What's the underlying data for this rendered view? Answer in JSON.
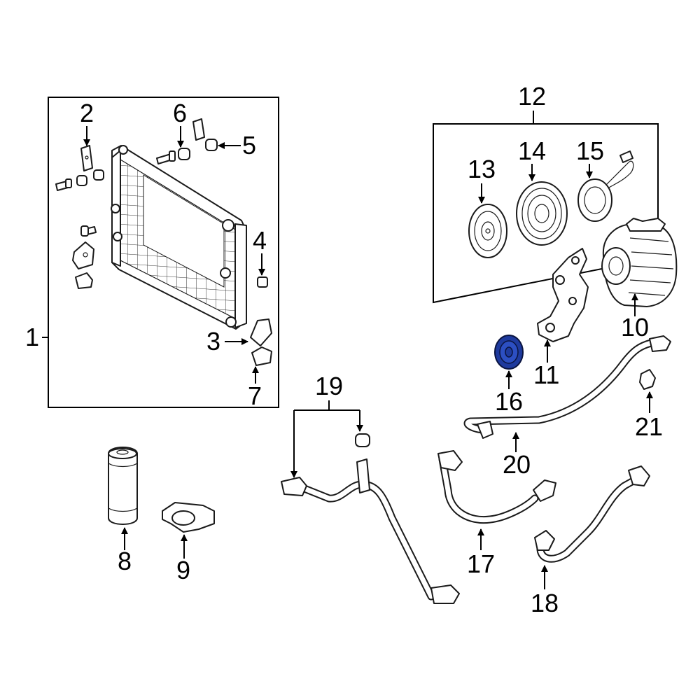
{
  "diagram": {
    "highlight_color": "#1e3a9e",
    "callouts": [
      {
        "id": "1",
        "label": "1"
      },
      {
        "id": "2",
        "label": "2"
      },
      {
        "id": "3",
        "label": "3"
      },
      {
        "id": "4",
        "label": "4"
      },
      {
        "id": "5",
        "label": "5"
      },
      {
        "id": "6",
        "label": "6"
      },
      {
        "id": "7",
        "label": "7"
      },
      {
        "id": "8",
        "label": "8"
      },
      {
        "id": "9",
        "label": "9"
      },
      {
        "id": "10",
        "label": "10"
      },
      {
        "id": "11",
        "label": "11"
      },
      {
        "id": "12",
        "label": "12"
      },
      {
        "id": "13",
        "label": "13"
      },
      {
        "id": "14",
        "label": "14"
      },
      {
        "id": "15",
        "label": "15"
      },
      {
        "id": "16",
        "label": "16",
        "highlighted": true
      },
      {
        "id": "17",
        "label": "17"
      },
      {
        "id": "18",
        "label": "18"
      },
      {
        "id": "19",
        "label": "19"
      },
      {
        "id": "20",
        "label": "20"
      },
      {
        "id": "21",
        "label": "21"
      }
    ]
  }
}
